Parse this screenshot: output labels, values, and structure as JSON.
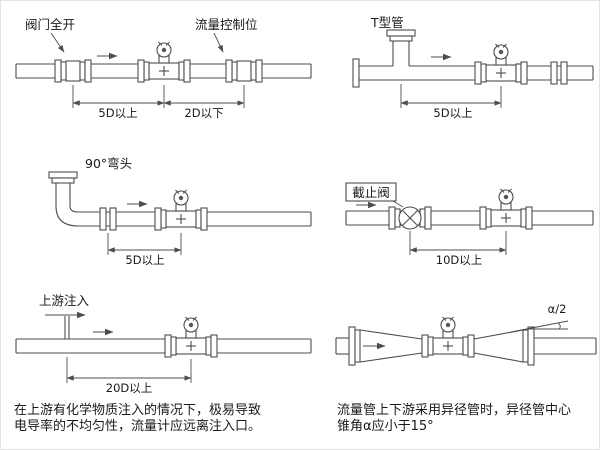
{
  "colors": {
    "line": "#4d4d4d",
    "text": "#1a1a1a",
    "background": "#ffffff"
  },
  "diagram_valve_open": {
    "valve_label": "阀门全开",
    "control_label": "流量控制位",
    "dim_upstream": "5D以上",
    "dim_downstream": "2D以下"
  },
  "diagram_t_pipe": {
    "title": "T型管",
    "dim": "5D以上"
  },
  "diagram_elbow": {
    "title": "90°弯头",
    "dim": "5D以上"
  },
  "diagram_stop_valve": {
    "title": "截止阀",
    "dim": "10D以上"
  },
  "diagram_injection": {
    "title": "上游注入",
    "dim": "20D以上",
    "note1": "在上游有化学物质注入的情况下，极易导致",
    "note2": "电导率的不均匀性，流量计应远离注入口。"
  },
  "diagram_reducer": {
    "angle": "α/2",
    "note1": "流量管上下游采用异径管时，异径管中心",
    "note2": "锥角α应小于15°"
  }
}
